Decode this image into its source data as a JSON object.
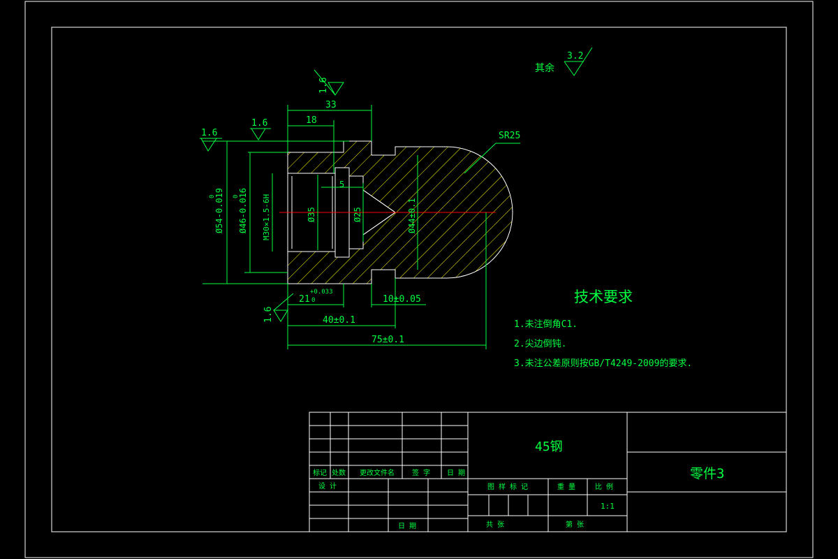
{
  "colors": {
    "background": "#000000",
    "frame": "#ffffff",
    "dimension": "#00ff40",
    "hatch": "#ffff00",
    "centerline": "#ff0000"
  },
  "roughness": {
    "other": "其余",
    "other_value": "3.2",
    "r_top": "1.6",
    "r_left1": "1.6",
    "r_left2": "1.6",
    "r_bottom": "1.6"
  },
  "dims": {
    "d33": "33",
    "d18": "18",
    "d5": "5",
    "sr25": "SR25",
    "dia54": "Ø54-0.019",
    "dia54_up": "0",
    "dia46": "Ø46-0.016",
    "dia46_up": "0",
    "thread": "M30×1.5-6H",
    "dia35": "Ø35",
    "dia25": "Ø25",
    "dia44": "Ø44±0.1",
    "d21": "21",
    "d21_up": "+0.033",
    "d21_low": "0",
    "d10": "10±0.05",
    "d40": "40±0.1",
    "d75": "75±0.1"
  },
  "tech": {
    "title": "技术要求",
    "items": [
      "1.未注倒角C1.",
      "2.尖边倒钝.",
      "3.未注公差原则按GB/T4249-2009的要求."
    ]
  },
  "title_block": {
    "material": "45钢",
    "part_name": "零件3",
    "h_mark": "标记",
    "h_count": "处数",
    "h_change": "更改文件名",
    "h_sign": "签 字",
    "h_date": "日 期",
    "h_design": "设 计",
    "h_drawing_mark": "图 样 标 记",
    "h_weight": "重 量",
    "h_scale": "比 例",
    "scale": "1:1",
    "h_date2": "日 期",
    "h_total": "共 张",
    "h_sheet": "第 张"
  }
}
